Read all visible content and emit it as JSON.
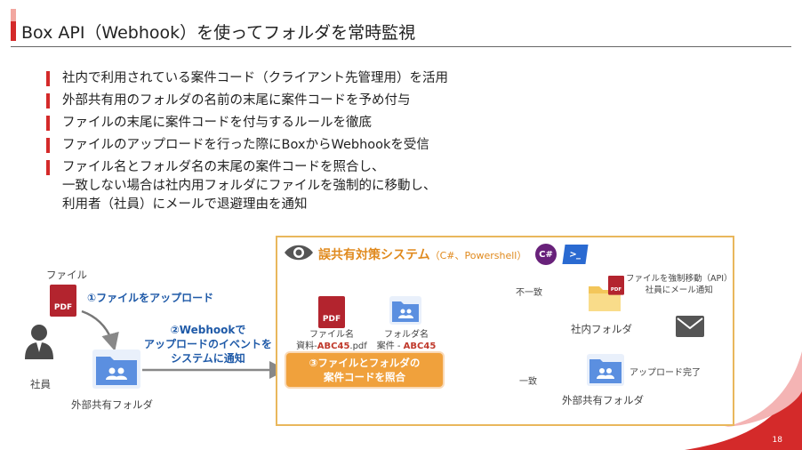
{
  "title": "Box API（Webhook）を使ってフォルダを常時監視",
  "bullets": [
    [
      "社内で利用されている案件コード（クライアント先管理用）を活用"
    ],
    [
      "外部共有用のフォルダの名前の末尾に案件コードを予め付与"
    ],
    [
      "ファイルの末尾に案件コードを付与するルールを徹底"
    ],
    [
      "ファイルのアップロードを行った際にBoxからWebhookを受信"
    ],
    [
      "ファイル名とフォルダ名の末尾の案件コードを照合し、",
      "一致しない場合は社内用フォルダにファイルを強制的に移動し、",
      "利用者（社員）にメールで退避理由を通知"
    ]
  ],
  "left": {
    "file_label": "ファイル",
    "step1": "①ファイルをアップロード",
    "employee": "社員",
    "external_folder": "外部共有フォルダ",
    "step2": [
      "②Webhookで",
      "アップロードのイベントを",
      "システムに通知"
    ]
  },
  "system": {
    "name": "誤共有対策システム",
    "tech": "（C#、Powershell）",
    "file_name_label": "ファイル名",
    "file_name_prefix": "資料-",
    "file_name_code": "ABC45",
    "file_name_suffix": ".pdf",
    "folder_name_label": "フォルダ名",
    "folder_name_prefix": "案件 - ",
    "folder_name_code": "ABC45",
    "step3": [
      "③ファイルとフォルダの",
      "案件コードを照合"
    ],
    "mismatch": "不一致",
    "match": "一致",
    "force_move": [
      "ファイルを強制移動（API）",
      "社員にメール通知"
    ],
    "internal_folder": "社内フォルダ",
    "upload_done": "アップロード完了",
    "external_folder": "外部共有フォルダ"
  },
  "icons": {
    "pdf_text": "PDF",
    "csharp_text": "C#",
    "powershell_text": ">_"
  },
  "page_number": "18",
  "colors": {
    "accent_red": "#d42a2a",
    "code_red": "#c0392b",
    "step_blue": "#1f5aa8",
    "orange": "#f0a13c",
    "box_border": "#e9b75c",
    "folder_blue": "#5b8fe0"
  }
}
